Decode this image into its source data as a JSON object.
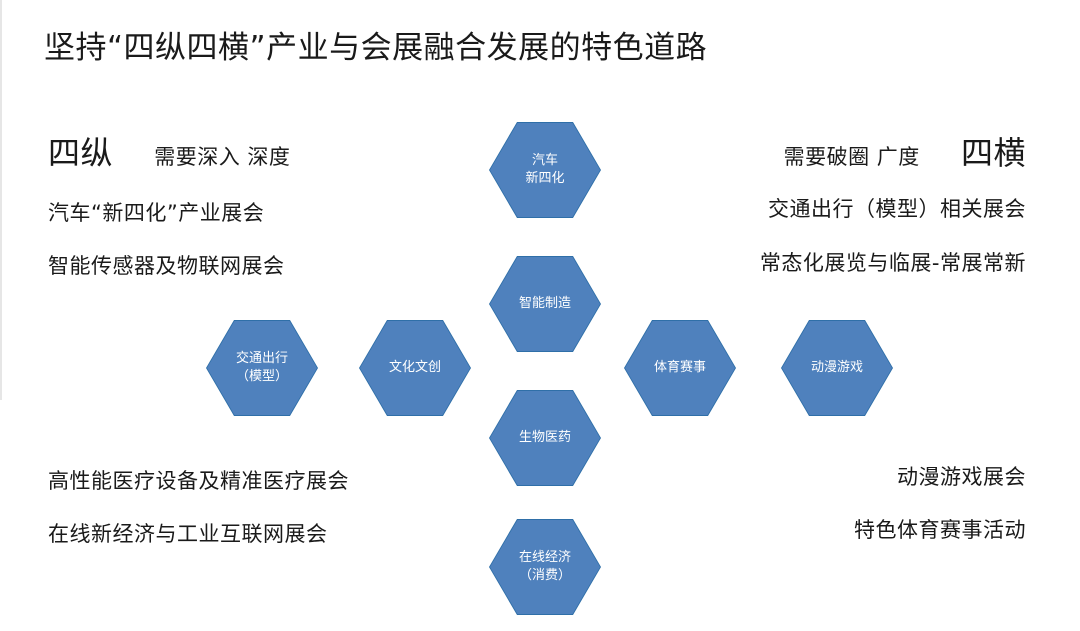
{
  "title": "坚持“四纵四横”产业与会展融合发展的特色道路",
  "left": {
    "heading": "四纵",
    "subheading": "需要深入  深度",
    "items_top": [
      "汽车“新四化”产业展会",
      "智能传感器及物联网展会"
    ],
    "items_bottom": [
      "高性能医疗设备及精准医疗展会",
      "在线新经济与工业互联网展会"
    ]
  },
  "right": {
    "heading": "四横",
    "subheading": "需要破圈  广度",
    "items_top": [
      "交通出行（模型）相关展会",
      "常态化展览与临展-常展常新"
    ],
    "items_bottom": [
      "动漫游戏展会",
      "特色体育赛事活动"
    ]
  },
  "hexagons": {
    "auto": "汽车\n新四化",
    "smart": "智能制造",
    "bio": "生物医药",
    "online": "在线经济\n（消费）",
    "traffic": "交通出行\n（模型）",
    "culture": "文化文创",
    "sports": "体育赛事",
    "anime": "动漫游戏"
  },
  "colors": {
    "hex_fill": "#4f81bd",
    "hex_border": "#2f6fa8",
    "hex_text": "#ffffff"
  }
}
